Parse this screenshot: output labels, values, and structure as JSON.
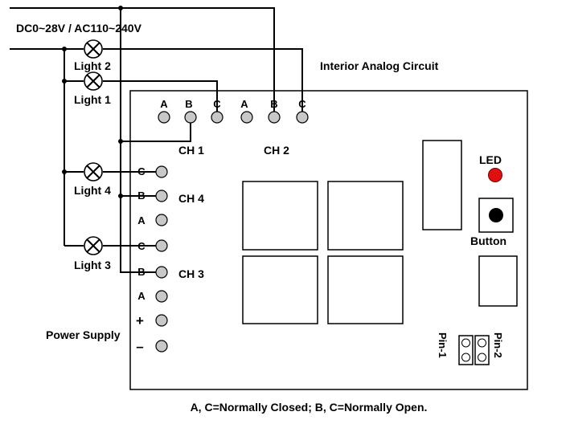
{
  "supply_label": "DC0~28V / AC110~240V",
  "circuit_label": "Interior Analog Circuit",
  "lights": [
    "Light 2",
    "Light 1",
    "Light 4",
    "Light 3"
  ],
  "top_terminals": [
    "A",
    "B",
    "C",
    "A",
    "B",
    "C"
  ],
  "left_terminals": [
    "C",
    "B",
    "A",
    "C",
    "B",
    "A",
    "+",
    "–"
  ],
  "channels": {
    "ch1": "CH 1",
    "ch2": "CH 2",
    "ch3": "CH 3",
    "ch4": "CH 4"
  },
  "led_label": "LED",
  "button_label": "Button",
  "power_supply_label": "Power Supply",
  "pin1_label": "Pin-1",
  "pin2_label": "Pin-2",
  "caption": "A, C=Normally Closed; B, C=Normally Open.",
  "colors": {
    "led": "#e01010",
    "terminal": "#c8c8c8",
    "button": "#000000"
  }
}
